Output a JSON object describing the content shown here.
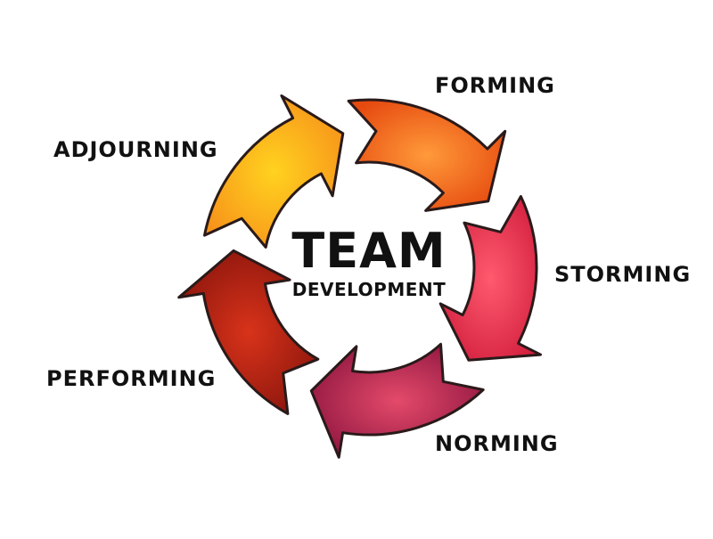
{
  "center": {
    "title": "TEAM",
    "subtitle": "DEVELOPMENT"
  },
  "stages": [
    {
      "label": "FORMING",
      "color": "#f26b1a"
    },
    {
      "label": "STORMING",
      "color": "#e52f4f"
    },
    {
      "label": "NORMING",
      "color": "#b5234f"
    },
    {
      "label": "PERFORMING",
      "color": "#b31f12"
    },
    {
      "label": "ADJOURNING",
      "color": "#f9ad1c"
    }
  ]
}
